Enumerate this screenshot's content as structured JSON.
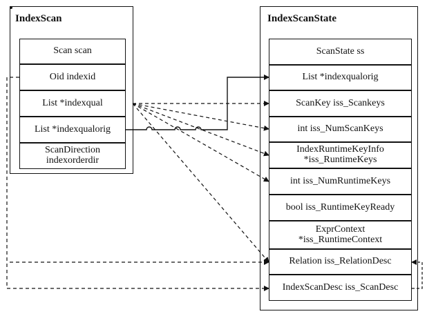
{
  "left_struct": {
    "title": "IndexScan",
    "fields": [
      {
        "text": "Scan  scan"
      },
      {
        "text": "Oid  indexid"
      },
      {
        "text": "List  *indexqual"
      },
      {
        "text": "List  *indexqualorig"
      },
      {
        "line1": "ScanDirection",
        "line2": "indexorderdir"
      }
    ]
  },
  "right_struct": {
    "title": "IndexScanState",
    "fields": [
      {
        "text": "ScanState  ss"
      },
      {
        "text": "List  *indexqualorig"
      },
      {
        "text": "ScanKey  iss_Scankeys"
      },
      {
        "text": "int  iss_NumScanKeys"
      },
      {
        "line1": "IndexRuntimeKeyInfo",
        "line2": "*iss_RuntimeKeys"
      },
      {
        "text": "int  iss_NumRuntimeKeys"
      },
      {
        "text": "bool  iss_RuntimeKeyReady"
      },
      {
        "line1": "ExprContext",
        "line2": "*iss_RuntimeContext"
      },
      {
        "text": "Relation  iss_RelationDesc"
      },
      {
        "text": "IndexScanDesc  iss_ScanDesc"
      }
    ]
  },
  "colors": {
    "ink": "#111111",
    "background": "#ffffff"
  }
}
